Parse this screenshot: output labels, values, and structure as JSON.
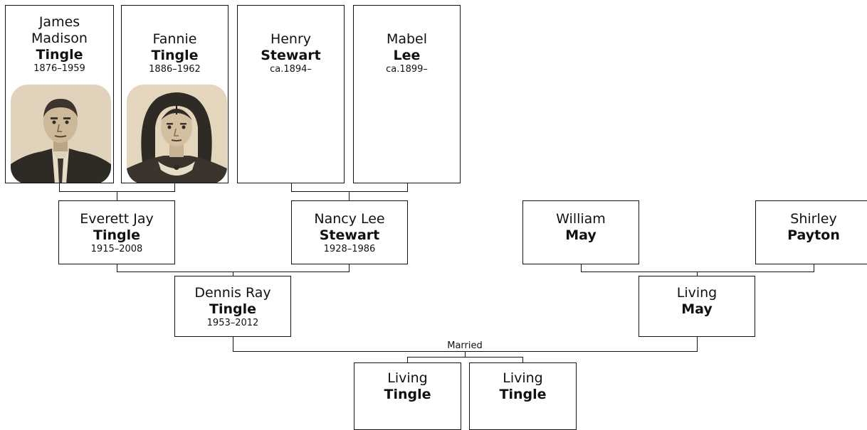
{
  "people": {
    "james": {
      "given": "James Madison",
      "given1": "James",
      "given2": "Madison",
      "surname": "Tingle",
      "dates": "1876–1959"
    },
    "fannie": {
      "given": "Fannie",
      "surname": "Tingle",
      "dates": "1886–1962"
    },
    "henry": {
      "given": "Henry",
      "surname": "Stewart",
      "dates": "ca.1894–"
    },
    "mabel": {
      "given": "Mabel",
      "surname": "Lee",
      "dates": "ca.1899–"
    },
    "everett": {
      "given": "Everett Jay",
      "surname": "Tingle",
      "dates": "1915–2008"
    },
    "nancy": {
      "given": "Nancy Lee",
      "surname": "Stewart",
      "dates": "1928–1986"
    },
    "william": {
      "given": "William",
      "surname": "May"
    },
    "shirley": {
      "given": "Shirley",
      "surname": "Payton"
    },
    "dennis": {
      "given": "Dennis Ray",
      "surname": "Tingle",
      "dates": "1953–2012"
    },
    "living_may": {
      "given": "Living",
      "surname": "May"
    },
    "child1": {
      "given": "Living",
      "surname": "Tingle"
    },
    "child2": {
      "given": "Living",
      "surname": "Tingle"
    }
  },
  "married_label": "Married",
  "colors": {
    "line": "#111111",
    "photo_sepia_light": "#efe2cc",
    "photo_sepia_dark": "#2e2a24"
  },
  "icons": {
    "james_photo": "portrait-photo-man",
    "fannie_photo": "portrait-photo-woman"
  }
}
